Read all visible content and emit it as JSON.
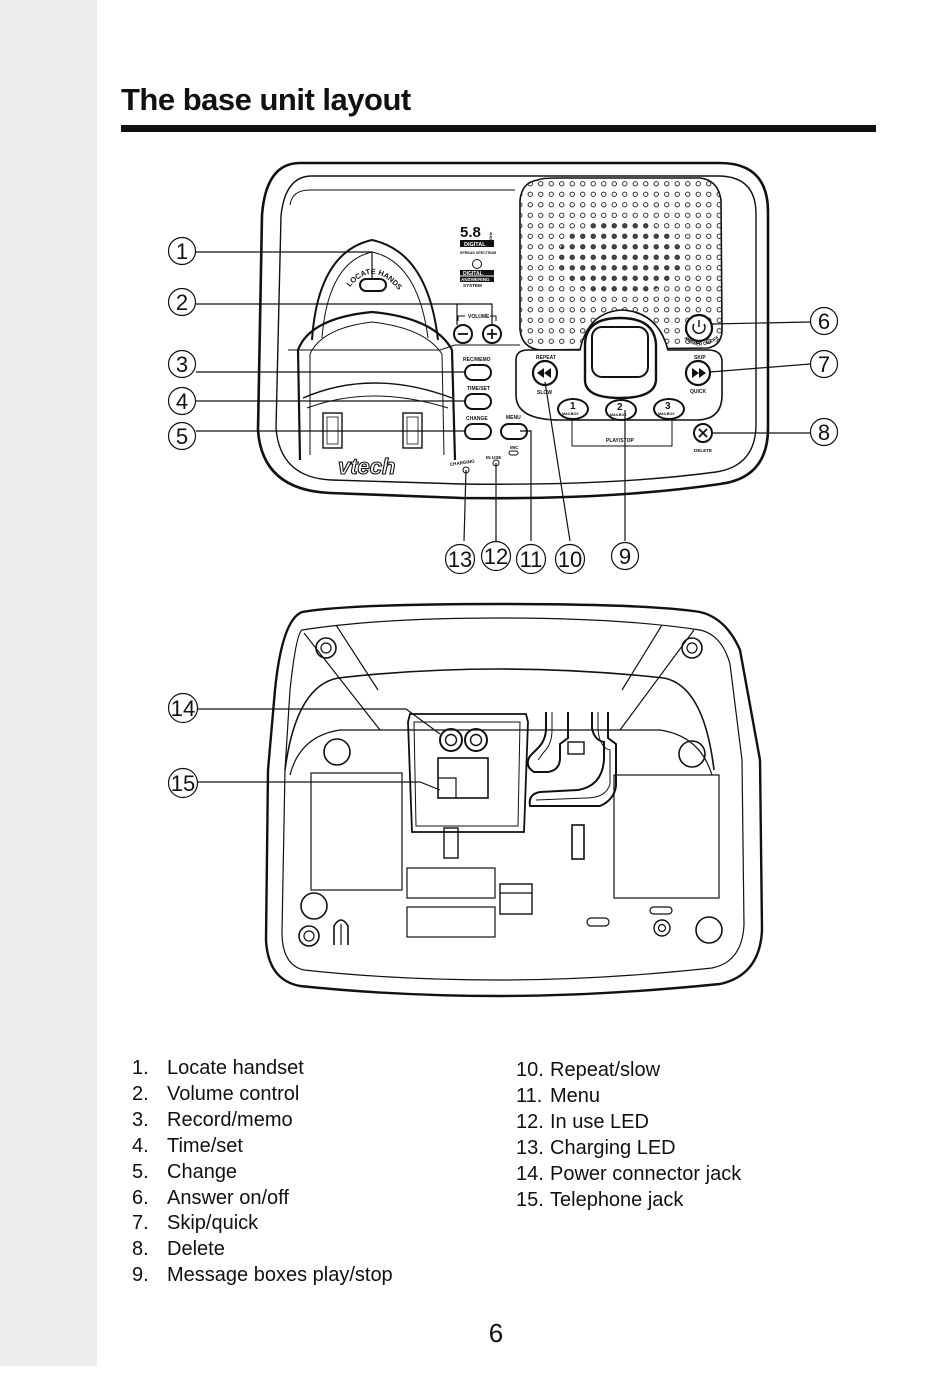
{
  "title": "The base unit layout",
  "page_number": "6",
  "brand": {
    "logo": "vtech",
    "badge_freq": "5.8",
    "badge_ghz": "GHz",
    "badge_digital": "DIGITAL",
    "badge_spread": "SPREAD SPECTRUM",
    "badge_answering_1": "DIGITAL",
    "badge_answering_2": "ANSWERING",
    "badge_system": "SYSTEM"
  },
  "device_labels": {
    "locate_handset": "LOCATE HANDSET",
    "volume": "VOLUME",
    "rec_memo": "REC/MEMO",
    "time_set": "TIME/SET",
    "change": "CHANGE",
    "menu": "MENU",
    "mic": "MIC",
    "charging": "CHARGING",
    "in_use": "IN USE",
    "repeat": "REPEAT",
    "slow": "SLOW",
    "skip": "SKIP",
    "quick": "QUICK",
    "answer_on_off": "ANSWER ON/OFF",
    "mailbox": "MAILBOX",
    "play_stop": "PLAY/STOP",
    "delete": "DELETE",
    "mb1": "1",
    "mb2": "2",
    "mb3": "3"
  },
  "callouts": [
    "1",
    "2",
    "3",
    "4",
    "5",
    "6",
    "7",
    "8",
    "9",
    "10",
    "11",
    "12",
    "13",
    "14",
    "15"
  ],
  "legend_left": [
    {
      "num": "1.",
      "label": "Locate handset"
    },
    {
      "num": "2.",
      "label": "Volume control"
    },
    {
      "num": "3.",
      "label": "Record/memo"
    },
    {
      "num": "4.",
      "label": "Time/set"
    },
    {
      "num": "5.",
      "label": "Change"
    },
    {
      "num": "6.",
      "label": "Answer on/off"
    },
    {
      "num": "7.",
      "label": "Skip/quick"
    },
    {
      "num": "8.",
      "label": "Delete"
    },
    {
      "num": "9.",
      "label": "Message boxes play/stop"
    }
  ],
  "legend_right": [
    {
      "num": "10.",
      "label": "Repeat/slow"
    },
    {
      "num": "11.",
      "label": "Menu"
    },
    {
      "num": "12.",
      "label": "In use LED"
    },
    {
      "num": "13.",
      "label": "Charging LED"
    },
    {
      "num": "14.",
      "label": "Power connector jack"
    },
    {
      "num": "15.",
      "label": "Telephone jack"
    }
  ]
}
